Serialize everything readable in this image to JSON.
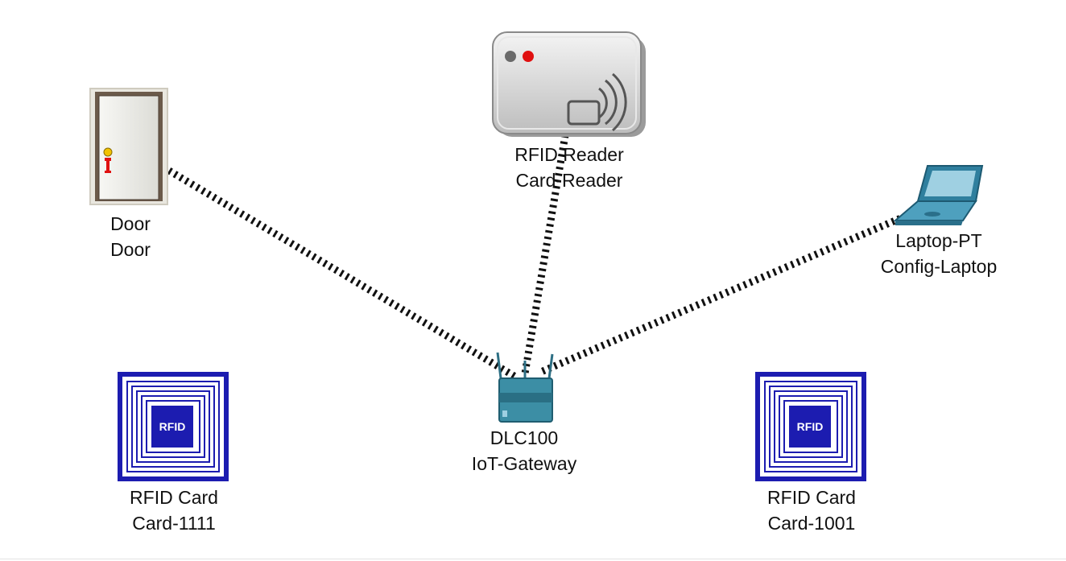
{
  "devices": {
    "door": {
      "model": "Door",
      "name": "Door",
      "icon": "door-icon"
    },
    "rfid_reader": {
      "model": "RFID Reader",
      "name": "Card-Reader",
      "icon": "rfid-reader-icon"
    },
    "laptop": {
      "model": "Laptop-PT",
      "name": "Config-Laptop",
      "icon": "laptop-icon"
    },
    "gateway": {
      "model": "DLC100",
      "name": "IoT-Gateway",
      "icon": "gateway-icon"
    },
    "card_1111": {
      "model": "RFID Card",
      "name": "Card-1111",
      "icon": "rfid-card-icon",
      "chip_text": "RFID"
    },
    "card_1001": {
      "model": "RFID Card",
      "name": "Card-1001",
      "icon": "rfid-card-icon",
      "chip_text": "RFID"
    }
  },
  "colors": {
    "link": "#111111",
    "card_blue": "#1c1cb0",
    "laptop_teal": "#3f8fae",
    "gateway_teal": "#3c8ea5",
    "reader_led_red": "#e01010",
    "reader_led_gray": "#6a6a6a"
  }
}
